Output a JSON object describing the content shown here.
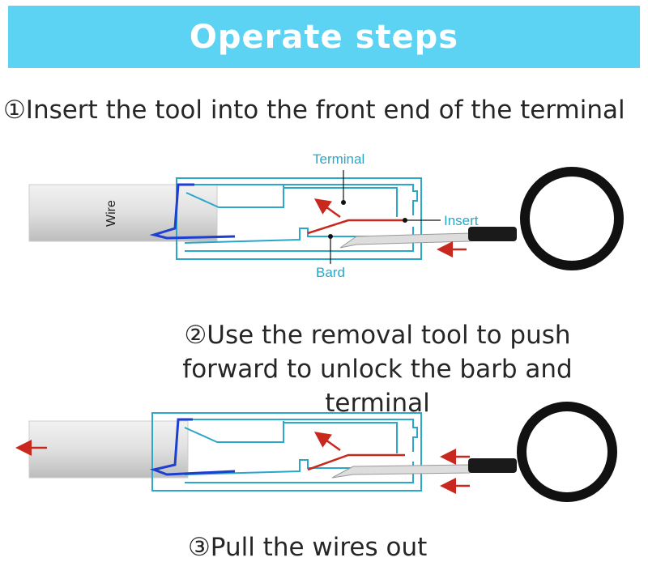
{
  "banner": {
    "title": "Operate steps",
    "color": "#5cd3f2"
  },
  "steps": [
    {
      "number": "①",
      "text": "Insert the tool into the front end of the terminal"
    },
    {
      "number": "②",
      "text": "Use the removal tool to push forward to unlock the barb and terminal"
    },
    {
      "number": "③",
      "text": "Pull the wires out"
    }
  ],
  "diagram1": {
    "wire_label": "Wire",
    "terminal_label": "Terminal",
    "insert_label": "Insert",
    "bard_label": "Bard"
  },
  "colors": {
    "outline": "#2aa7c9",
    "arrow": "#c8281e",
    "ring": "#111111"
  }
}
